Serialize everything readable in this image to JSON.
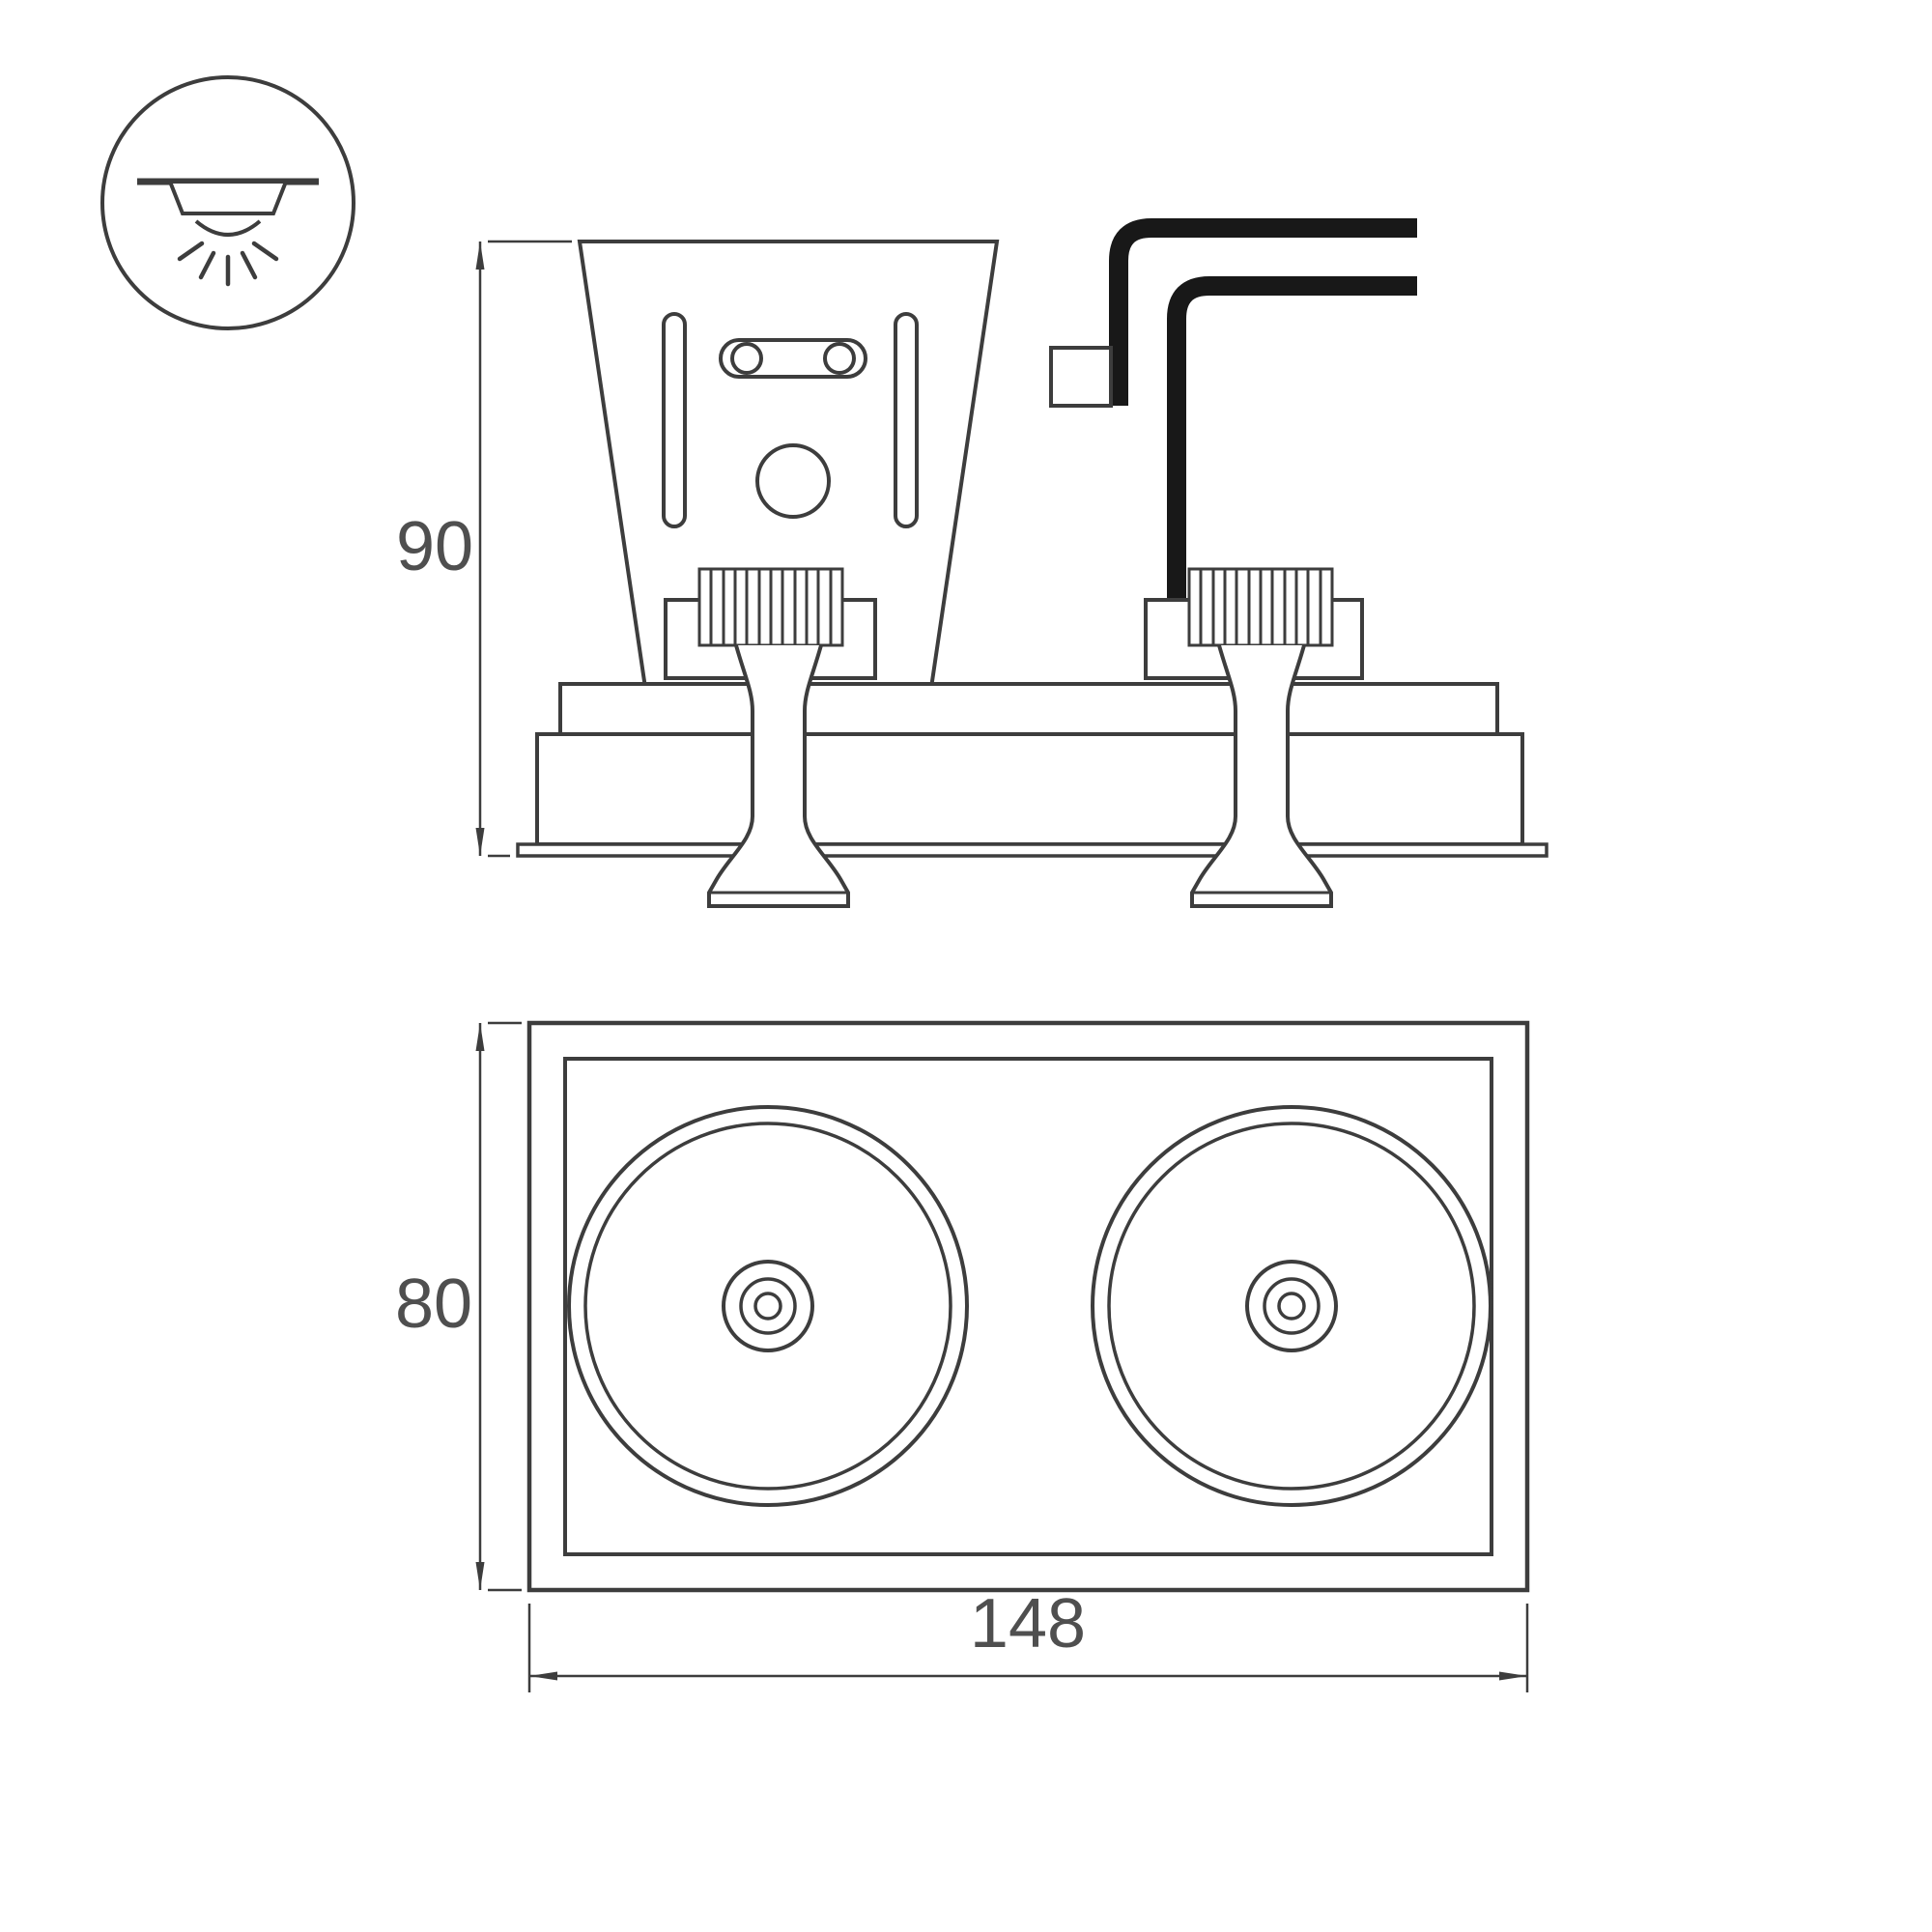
{
  "icon": {
    "name": "recessed-downlight"
  },
  "dimensions": {
    "side_height": "90",
    "front_height": "80",
    "front_width": "148"
  },
  "colors": {
    "line": "#3d3d3d",
    "cable": "#181818",
    "dimension_text": "#4f4f4f",
    "background": "#ffffff"
  }
}
